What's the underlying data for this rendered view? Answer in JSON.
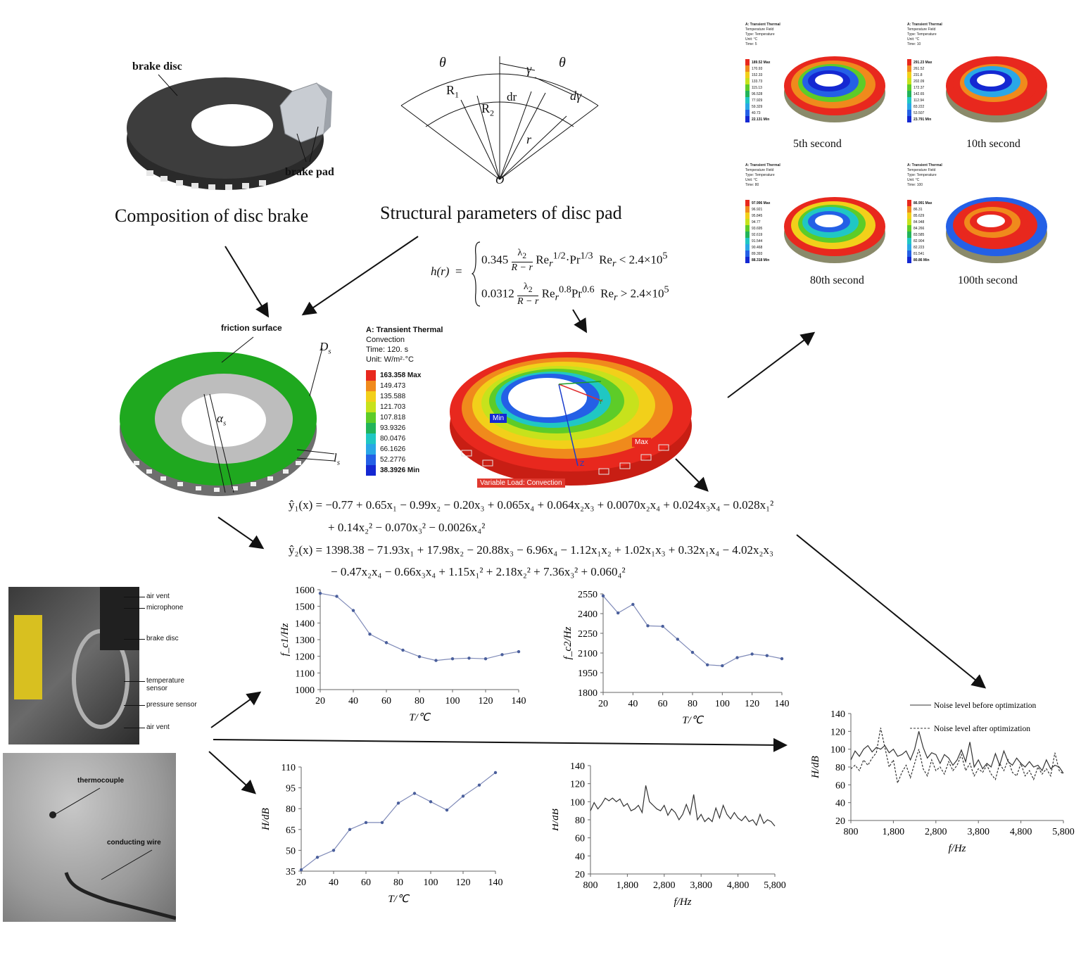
{
  "panels": {
    "brake": {
      "caption": "Composition of disc brake",
      "disc_label": "brake disc",
      "pad_label": "brake pad"
    },
    "params": {
      "caption": "Structural parameters of disc pad",
      "labels": {
        "theta": "θ",
        "r1": "R",
        "r1_sub": "1",
        "r2": "R",
        "r2_sub": "2",
        "gamma": "γ",
        "dr": "dr",
        "dgamma": "dγ",
        "r": "r",
        "o": "O"
      }
    },
    "friction": {
      "friction_label": "friction surface",
      "ds": "D",
      "ds_sub": "s",
      "alpha": "α",
      "alpha_sub": "s",
      "ls": "l",
      "ls_sub": "s"
    },
    "convection": {
      "header": [
        "A: Transient Thermal",
        "Convection",
        "Time: 120. s",
        "Unit: W/m²·°C"
      ],
      "legend": [
        "163.358 Max",
        "149.473",
        "135.588",
        "121.703",
        "107.818",
        "93.9326",
        "80.0476",
        "66.1626",
        "52.2776",
        "38.3926 Min"
      ],
      "legend_colors": [
        "#e8281e",
        "#f08a1c",
        "#f2d01a",
        "#c7e21c",
        "#5dcc28",
        "#22b45a",
        "#20c7c3",
        "#2aa7e6",
        "#2460e6",
        "#1428d2"
      ],
      "tag_min": "Min",
      "tag_max": "Max",
      "tag_load": "Variable Load: Convection",
      "axis_y": "Y",
      "axis_z": "Z"
    },
    "thermal": {
      "snapshots": [
        {
          "caption": "5th second",
          "header": [
            "A: Transient Thermal",
            "Temperature Field",
            "Type: Temperature",
            "Unit: °C",
            "Time: 5"
          ],
          "legend": [
            "189.52 Max",
            "170.93",
            "152.33",
            "133.73",
            "115.13",
            "96.528",
            "77.929",
            "59.329",
            "40.73",
            "22.131 Min"
          ]
        },
        {
          "caption": "10th second",
          "header": [
            "A: Transient Thermal",
            "Temperature Field",
            "Type: Temperature",
            "Unit: °C",
            "Time: 10"
          ],
          "legend": [
            "291.23 Max",
            "261.52",
            "231.8",
            "202.09",
            "172.37",
            "142.65",
            "112.94",
            "83.222",
            "53.507",
            "23.791 Min"
          ]
        },
        {
          "caption": "80th second",
          "header": [
            "A: Transient Thermal",
            "Temperature Field",
            "Type: Temperature",
            "Unit: °C",
            "Time: 80"
          ],
          "legend": [
            "97.996 Max",
            "96.921",
            "95.845",
            "94.77",
            "93.695",
            "92.619",
            "91.544",
            "90.468",
            "89.393",
            "88.318 Min"
          ]
        },
        {
          "caption": "100th second",
          "header": [
            "A: Transient Thermal",
            "Temperature Field",
            "Type: Temperature",
            "Unit: °C",
            "Time: 100"
          ],
          "legend": [
            "86.991 Max",
            "86.31",
            "85.629",
            "84.948",
            "84.266",
            "83.585",
            "82.904",
            "82.223",
            "81.541",
            "80.86 Min"
          ]
        }
      ]
    },
    "photos": {
      "rig_labels": [
        "air vent",
        "microphone",
        "brake disc",
        "temperature sensor",
        "pressure sensor",
        "air vent"
      ],
      "disc_labels": [
        "thermocouple",
        "conducting wire"
      ]
    }
  },
  "equations": {
    "h_lhs": "h(r)",
    "h_row1_coef": "0.345",
    "h_row1_cond": "Re",
    "h_row1_value": "< 2.4×10",
    "h_row2_coef": "0.0312",
    "h_row2_value": "> 2.4×10",
    "y1_line1": "ŷ₁(x) = −0.77 + 0.65x₁ − 0.99x₂ − 0.20x₃ + 0.065x₄ + 0.064x₂x₃ + 0.0070x₂x₄ + 0.024x₃x₄ − 0.028x₁²",
    "y1_line2": "+ 0.14x₂² − 0.070x₃² − 0.0026x₄²",
    "y2_line1": "ŷ₂(x) = 1398.38 − 71.93x₁ + 17.98x₂ − 20.88x₃ − 6.96x₄ − 1.12x₁x₂ + 1.02x₁x₃ + 0.32x₁x₄ − 4.02x₂x₃",
    "y2_line2": "− 0.47x₂x₄ − 0.66x₃x₄ + 1.15x₁² + 2.18x₂² + 7.36x₃² + 0.060₄²"
  },
  "colors": {
    "chart_line": "#7f8ab8",
    "chart_marker": "#4a5f9c",
    "noise_line": "#333333",
    "disc_dark": "#3a3a3a",
    "friction_green": "#1fa81f"
  },
  "chart_data": [
    {
      "type": "line",
      "xlabel": "T/℃",
      "ylabel": "f_c1/Hz",
      "x": [
        20,
        30,
        40,
        50,
        60,
        70,
        80,
        90,
        100,
        110,
        120,
        130,
        140
      ],
      "values": [
        1578,
        1560,
        1475,
        1333,
        1282,
        1237,
        1198,
        1175,
        1185,
        1189,
        1185,
        1210,
        1228
      ],
      "xticks": [
        "20",
        "40",
        "60",
        "80",
        "100",
        "120",
        "140"
      ],
      "yticks": [
        "1000",
        "1100",
        "1200",
        "1300",
        "1400",
        "1500",
        "1600"
      ],
      "xlim": [
        20,
        140
      ],
      "ylim": [
        1000,
        1600
      ]
    },
    {
      "type": "line",
      "xlabel": "T/℃",
      "ylabel": "f_c2/Hz",
      "x": [
        20,
        30,
        40,
        50,
        60,
        70,
        80,
        90,
        100,
        110,
        120,
        130,
        140
      ],
      "values": [
        2535,
        2405,
        2470,
        2307,
        2303,
        2205,
        2105,
        2010,
        2003,
        2065,
        2092,
        2080,
        2057
      ],
      "xticks": [
        "20",
        "40",
        "60",
        "80",
        "100",
        "120",
        "140"
      ],
      "yticks": [
        "1800",
        "1950",
        "2100",
        "2250",
        "2400",
        "2550"
      ],
      "xlim": [
        20,
        140
      ],
      "ylim": [
        1800,
        2550
      ]
    },
    {
      "type": "line",
      "xlabel": "T/℃",
      "ylabel": "H/dB",
      "x": [
        20,
        30,
        40,
        50,
        60,
        70,
        80,
        90,
        100,
        110,
        120,
        130,
        140
      ],
      "values": [
        36,
        45,
        50,
        65,
        70,
        70,
        84,
        91,
        85,
        79,
        89,
        97,
        106
      ],
      "xticks": [
        "20",
        "40",
        "60",
        "80",
        "100",
        "120",
        "140"
      ],
      "yticks": [
        "35",
        "50",
        "65",
        "80",
        "95",
        "110"
      ],
      "xlim": [
        20,
        140
      ],
      "ylim": [
        35,
        110
      ]
    },
    {
      "type": "line",
      "xlabel": "f/Hz",
      "ylabel": "H/dB",
      "series": [
        {
          "x": [
            800,
            900,
            1000,
            1100,
            1200,
            1300,
            1400,
            1500,
            1600,
            1700,
            1800,
            1900,
            2000,
            2100,
            2200,
            2300,
            2400,
            2500,
            2600,
            2700,
            2800,
            2900,
            3000,
            3100,
            3200,
            3300,
            3400,
            3500,
            3600,
            3700,
            3800,
            3900,
            4000,
            4100,
            4200,
            4300,
            4400,
            4500,
            4600,
            4700,
            4800,
            4900,
            5000,
            5100,
            5200,
            5300,
            5400,
            5500,
            5600,
            5700,
            5800
          ],
          "values": [
            90,
            99,
            92,
            97,
            104,
            101,
            104,
            100,
            103,
            95,
            98,
            90,
            92,
            96,
            88,
            118,
            100,
            96,
            92,
            90,
            96,
            85,
            92,
            88,
            80,
            86,
            97,
            86,
            108,
            80,
            86,
            78,
            82,
            78,
            93,
            82,
            96,
            86,
            81,
            88,
            82,
            79,
            84,
            78,
            80,
            74,
            86,
            76,
            80,
            78,
            73
          ]
        }
      ],
      "xticks": [
        "800",
        "1,800",
        "2,800",
        "3,800",
        "4,800",
        "5,800"
      ],
      "yticks": [
        "20",
        "40",
        "60",
        "80",
        "100",
        "120",
        "140"
      ],
      "xlim": [
        800,
        5800
      ],
      "ylim": [
        20,
        140
      ]
    },
    {
      "type": "line",
      "xlabel": "f/Hz",
      "ylabel": "H/dB",
      "legend": [
        "Noise level before optimization",
        "Noise level after optimization"
      ],
      "series": [
        {
          "name": "Noise level before optimization",
          "x": [
            800,
            900,
            1000,
            1100,
            1200,
            1300,
            1400,
            1500,
            1600,
            1700,
            1800,
            1900,
            2000,
            2100,
            2200,
            2300,
            2400,
            2500,
            2600,
            2700,
            2800,
            2900,
            3000,
            3100,
            3200,
            3300,
            3400,
            3500,
            3600,
            3700,
            3800,
            3900,
            4000,
            4100,
            4200,
            4300,
            4400,
            4500,
            4600,
            4700,
            4800,
            4900,
            5000,
            5100,
            5200,
            5300,
            5400,
            5500,
            5600,
            5700,
            5800
          ],
          "values": [
            88,
            98,
            92,
            100,
            104,
            97,
            102,
            100,
            104,
            96,
            100,
            92,
            94,
            98,
            88,
            100,
            120,
            102,
            90,
            96,
            94,
            84,
            94,
            90,
            82,
            88,
            99,
            86,
            108,
            80,
            88,
            78,
            84,
            80,
            95,
            82,
            98,
            86,
            82,
            90,
            84,
            80,
            86,
            80,
            82,
            76,
            88,
            78,
            82,
            80,
            73
          ]
        },
        {
          "name": "Noise level after optimization",
          "x": [
            800,
            900,
            1000,
            1100,
            1200,
            1300,
            1400,
            1500,
            1600,
            1700,
            1800,
            1900,
            2000,
            2100,
            2200,
            2300,
            2400,
            2500,
            2600,
            2700,
            2800,
            2900,
            3000,
            3100,
            3200,
            3300,
            3400,
            3500,
            3600,
            3700,
            3800,
            3900,
            4000,
            4100,
            4200,
            4300,
            4400,
            4500,
            4600,
            4700,
            4800,
            4900,
            5000,
            5100,
            5200,
            5300,
            5400,
            5500,
            5600,
            5700,
            5800
          ],
          "values": [
            78,
            82,
            76,
            88,
            82,
            90,
            96,
            124,
            102,
            80,
            88,
            62,
            74,
            82,
            68,
            84,
            100,
            78,
            70,
            88,
            76,
            80,
            72,
            86,
            76,
            82,
            94,
            76,
            84,
            70,
            78,
            74,
            82,
            72,
            66,
            84,
            76,
            88,
            74,
            70,
            84,
            70,
            76,
            66,
            80,
            72,
            78,
            70,
            96,
            76,
            72
          ]
        }
      ],
      "xticks": [
        "800",
        "1,800",
        "2,800",
        "3,800",
        "4,800",
        "5,800"
      ],
      "yticks": [
        "20",
        "40",
        "60",
        "80",
        "100",
        "120",
        "140"
      ],
      "xlim": [
        800,
        5800
      ],
      "ylim": [
        20,
        140
      ]
    }
  ]
}
